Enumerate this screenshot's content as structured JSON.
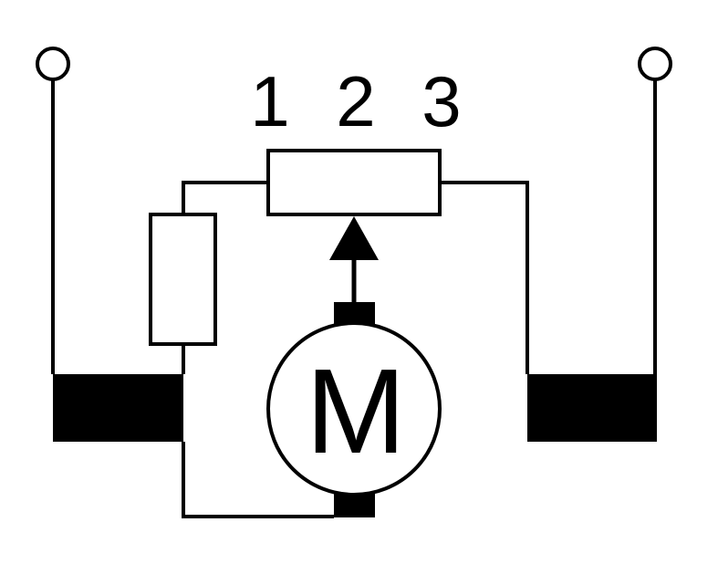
{
  "diagram": {
    "potentiometer": {
      "terminal_labels": [
        "1",
        "2",
        "3"
      ]
    },
    "motor": {
      "label": "M"
    },
    "colors": {
      "ink": "#000000",
      "background": "#ffffff"
    }
  }
}
